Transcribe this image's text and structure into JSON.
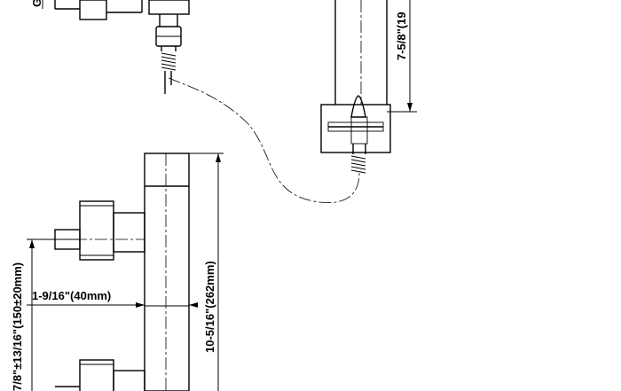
{
  "dimensions": {
    "top_height": "7-5/8\"(19",
    "overall_height": "10-5/16\"(262mm)",
    "offset": "1-9/16\"(40mm)",
    "center_spacing": "7/8\"±13/16\"(150±20mm)",
    "partial_label": "G"
  }
}
